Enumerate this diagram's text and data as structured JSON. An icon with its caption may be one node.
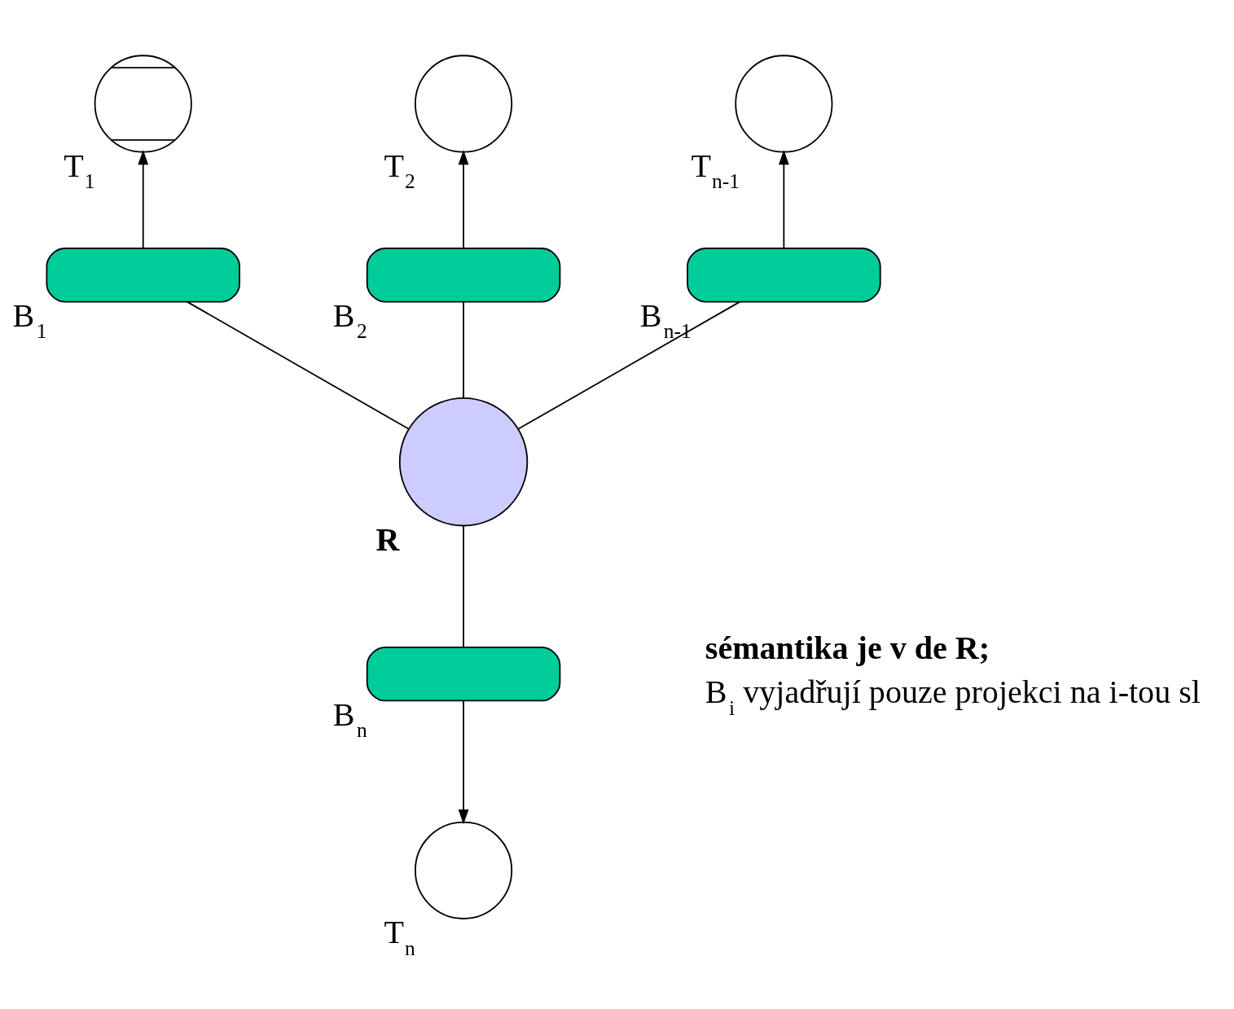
{
  "diagram": {
    "nodes": [
      {
        "text": [],
        "shape": "circle",
        "beside": [
          "T$_{1}$"
        ]
      },
      {
        "text": [],
        "shape": "circle",
        "beside": [
          "T$_{2}$"
        ]
      },
      {
        "text": [],
        "shape": "circle",
        "beside": [
          "T$_{n-1}$"
        ]
      },
      {
        "text": [],
        "shape": "bar",
        "beside": [
          "B$_{1}$"
        ]
      },
      {
        "text": [],
        "shape": "bar",
        "beside": [
          "B$_{2}$"
        ]
      },
      {
        "text": [],
        "shape": "bar",
        "beside": [
          "B$_{n-1}$"
        ]
      },
      {
        "text": [],
        "shape": "circle",
        "beside": [
          "R"
        ]
      },
      {
        "text": [],
        "shape": "bar",
        "beside": [
          "B$_{n}$"
        ]
      },
      {
        "text": [],
        "shape": "circle",
        "beside": [
          "T$_{n}$"
        ]
      }
    ],
    "edges": [
      {
        "from": 3,
        "to": 0,
        "arrow": "to"
      },
      {
        "from": 4,
        "to": 1,
        "arrow": "to"
      },
      {
        "from": 5,
        "to": 2,
        "arrow": "to"
      },
      {
        "from": 6,
        "to": 3,
        "arrow": "none"
      },
      {
        "from": 6,
        "to": 4,
        "arrow": "none"
      },
      {
        "from": 6,
        "to": 5,
        "arrow": "none"
      },
      {
        "from": 6,
        "to": 7,
        "arrow": "none"
      },
      {
        "from": 7,
        "to": 8,
        "arrow": "to"
      }
    ],
    "labels": [
      "sémantika je v de R;",
      "B$_{i}$ vyjadřují pouze projekci na i-tou sl"
    ]
  }
}
